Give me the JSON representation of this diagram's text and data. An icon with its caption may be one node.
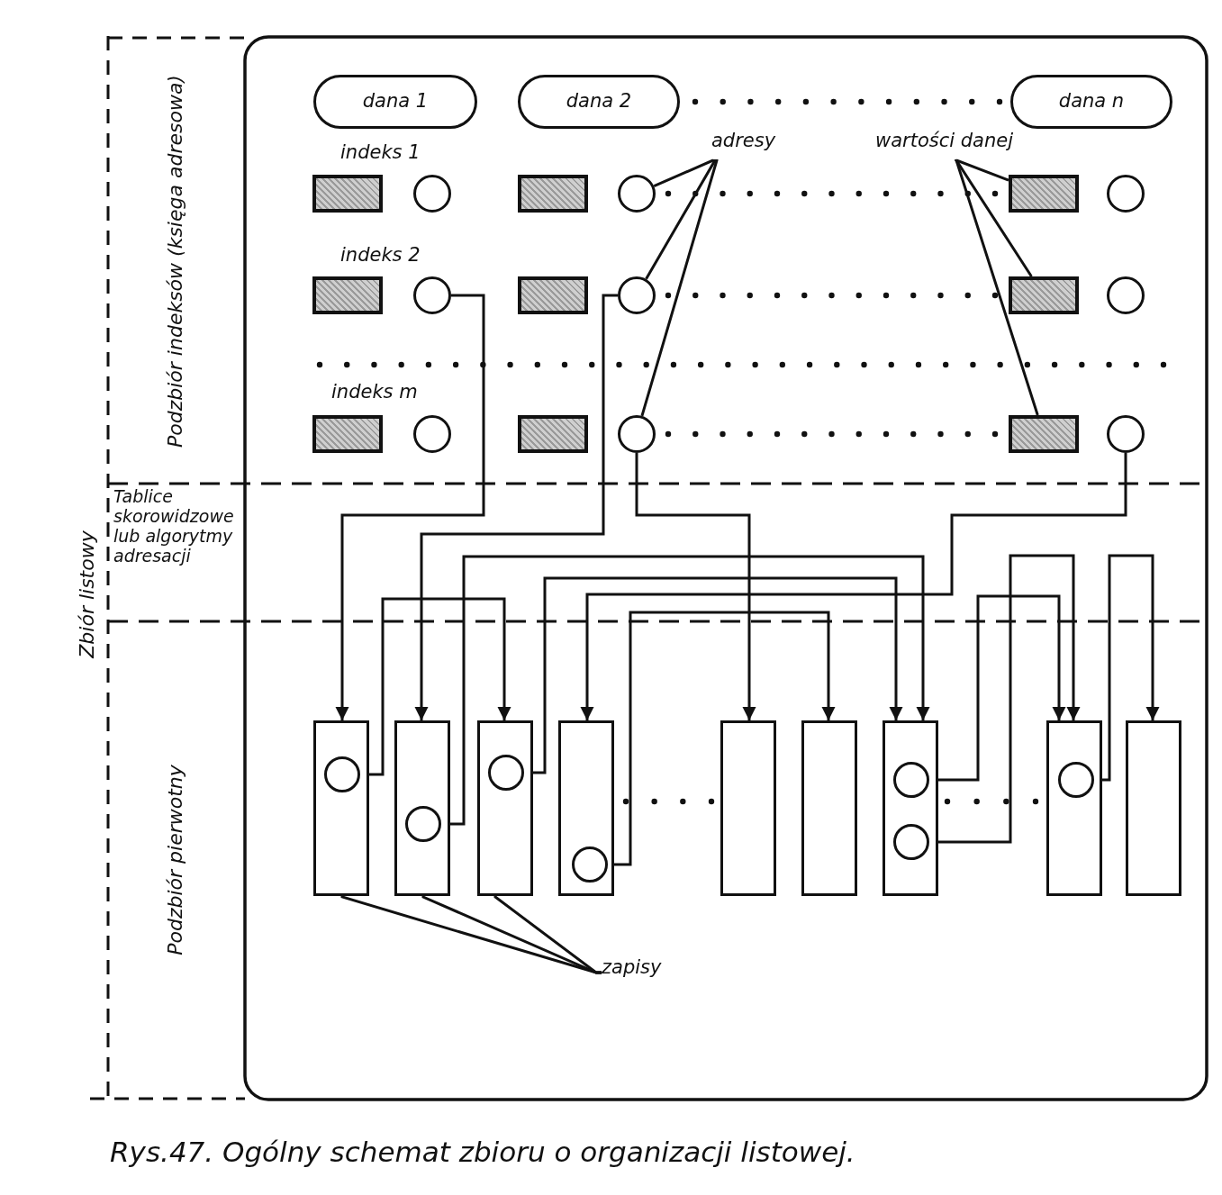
{
  "diagram": {
    "caption": "Rys.47. Ogólny schemat zbioru o organizacji listowej.",
    "nodes": [
      {
        "text": [
          "dana 1"
        ]
      },
      {
        "text": [
          "dana 2"
        ]
      },
      {
        "text": [
          "dana n"
        ]
      },
      {
        "text": [
          "adresy"
        ]
      },
      {
        "text": [
          "wartości danej"
        ]
      },
      {
        "text": [],
        "shape": "box"
      },
      {
        "text": [],
        "shape": "circle"
      },
      {
        "text": [],
        "shape": "box"
      },
      {
        "text": [],
        "shape": "circle"
      },
      {
        "text": [],
        "shape": "box"
      },
      {
        "text": [],
        "shape": "circle"
      },
      {
        "text": [],
        "shape": "box"
      },
      {
        "text": [],
        "shape": "circle"
      },
      {
        "text": [],
        "shape": "box"
      },
      {
        "text": [],
        "shape": "circle"
      },
      {
        "text": [],
        "shape": "box"
      },
      {
        "text": [],
        "shape": "circle"
      },
      {
        "text": [],
        "shape": "box"
      },
      {
        "text": [],
        "shape": "circle"
      },
      {
        "text": [],
        "shape": "box"
      },
      {
        "text": [],
        "shape": "circle"
      },
      {
        "text": [],
        "shape": "box"
      },
      {
        "text": [],
        "shape": "circle"
      },
      {
        "text": [],
        "shape": "box"
      },
      {
        "text": [],
        "shape": "circle",
        "in": 23
      },
      {
        "text": [],
        "shape": "box"
      },
      {
        "text": [],
        "shape": "circle",
        "in": 25
      },
      {
        "text": [],
        "shape": "box"
      },
      {
        "text": [],
        "shape": "circle",
        "in": 27
      },
      {
        "text": [],
        "shape": "box"
      },
      {
        "text": [],
        "shape": "circle",
        "in": 29
      },
      {
        "text": [],
        "shape": "box"
      },
      {
        "text": [],
        "shape": "box"
      },
      {
        "text": [],
        "shape": "box"
      },
      {
        "text": [],
        "shape": "circle",
        "in": 33
      },
      {
        "text": [],
        "shape": "circle",
        "in": 33
      },
      {
        "text": [],
        "shape": "box"
      },
      {
        "text": [],
        "shape": "circle",
        "in": 36
      },
      {
        "text": [],
        "shape": "box"
      },
      {
        "text": [
          "zapisy"
        ]
      }
    ],
    "edges": [
      {
        "from": 12,
        "to": 23,
        "arrow": "to"
      },
      {
        "from": 14,
        "to": 25,
        "arrow": "to"
      },
      {
        "from": 20,
        "to": 31,
        "arrow": "to"
      },
      {
        "from": 22,
        "to": 29,
        "arrow": "to"
      },
      {
        "from": 24,
        "to": 27,
        "arrow": "to"
      },
      {
        "from": 26,
        "to": 33,
        "arrow": "to"
      },
      {
        "from": 28,
        "to": 33,
        "arrow": "to"
      },
      {
        "from": 30,
        "to": 32,
        "arrow": "to"
      },
      {
        "from": 34,
        "to": 36,
        "arrow": "to"
      },
      {
        "from": 35,
        "to": 36,
        "arrow": "to"
      },
      {
        "from": 37,
        "to": 38,
        "arrow": "to"
      },
      {
        "from": 3,
        "to": 8,
        "arrow": "none"
      },
      {
        "from": 3,
        "to": 14,
        "arrow": "none"
      },
      {
        "from": 3,
        "to": 20,
        "arrow": "none"
      },
      {
        "from": 4,
        "to": 9,
        "arrow": "none"
      },
      {
        "from": 4,
        "to": 15,
        "arrow": "none"
      },
      {
        "from": 4,
        "to": 21,
        "arrow": "none"
      },
      {
        "from": 39,
        "to": 23,
        "arrow": "none"
      },
      {
        "from": 39,
        "to": 25,
        "arrow": "none"
      },
      {
        "from": 39,
        "to": 27,
        "arrow": "none"
      }
    ],
    "labels": [
      "Zbiór listowy",
      "Podzbiór indeksów (księga adresowa)",
      "Tablice skorowidzowe lub algorytmy adresacji",
      "Podzbiór pierwotny",
      "indeks 1",
      "indeks 2",
      "indeks m"
    ]
  }
}
